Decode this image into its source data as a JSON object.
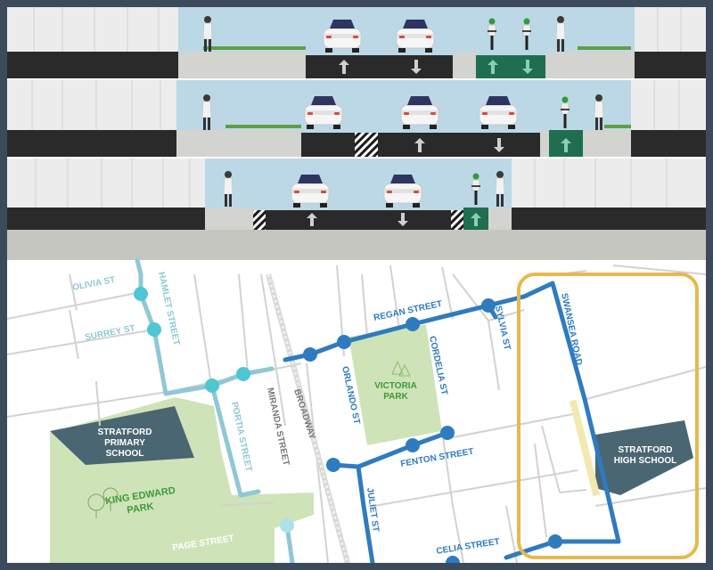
{
  "colors": {
    "sky": "#bcd8e6",
    "building": "#ececec",
    "asphalt": "#2a2a2a",
    "sidewalk": "#d3d3cf",
    "bike_lane": "#1f6e52",
    "route_major": "#2f7bbf",
    "route_minor": "#8ec8d6",
    "park": "#cfe3b8",
    "school": "#4a6672",
    "highlight": "#e6b84f",
    "street": "#d2d2d2"
  },
  "streets": {
    "olivia": "OLIVIA ST",
    "surrey": "SURREY ST",
    "hamlet": "HAMLET STREET",
    "regan": "REGAN STREET",
    "sylvia": "SYLVIA ST",
    "swansea": "SWANSEA ROAD",
    "cordelia": "CORDELIA ST",
    "orlando": "ORLANDO ST",
    "broadway": "BROADWAY",
    "miranda": "MIRANDA STREET",
    "portia": "PORTIA STREET",
    "fenton": "FENTON STREET",
    "juliet": "JULIET ST",
    "celia": "CELIA STREET",
    "page": "PAGE STREET"
  },
  "places": {
    "victoria_park": [
      "VICTORIA",
      "PARK"
    ],
    "king_edward_park": [
      "KING EDWARD",
      "PARK"
    ],
    "primary_school": [
      "STRATFORD",
      "PRIMARY",
      "SCHOOL"
    ],
    "high_school": [
      "STRATFORD",
      "HIGH SCHOOL"
    ]
  }
}
